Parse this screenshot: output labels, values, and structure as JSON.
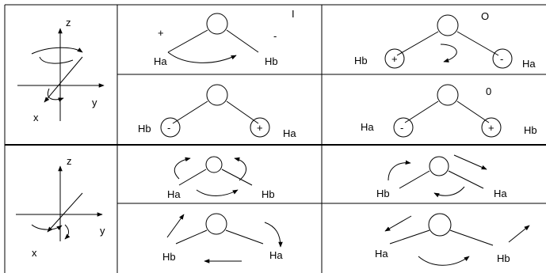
{
  "axes": {
    "x": "x",
    "y": "y",
    "z": "z"
  },
  "cells": {
    "r1c1": {
      "mark": "I",
      "plus": "+",
      "minus": "-",
      "left_atom": "Ha",
      "right_atom": "Hb"
    },
    "r1c2": {
      "mark": "O",
      "left_atom": "Hb",
      "right_atom": "Ha",
      "left_sign": "+",
      "right_sign": "-"
    },
    "r2c1": {
      "left_atom": "Hb",
      "right_atom": "Ha",
      "left_sign": "-",
      "right_sign": "+"
    },
    "r2c2": {
      "mark": "0",
      "left_atom": "Ha",
      "right_atom": "Hb",
      "left_sign": "-",
      "right_sign": "+"
    },
    "r3c1": {
      "left_atom": "Ha",
      "right_atom": "Hb"
    },
    "r3c2": {
      "left_atom": "Hb",
      "right_atom": "Ha"
    },
    "r4c1": {
      "left_atom": "Hb",
      "right_atom": "Ha"
    },
    "r4c2": {
      "left_atom": "Ha",
      "right_atom": "Hb"
    }
  }
}
